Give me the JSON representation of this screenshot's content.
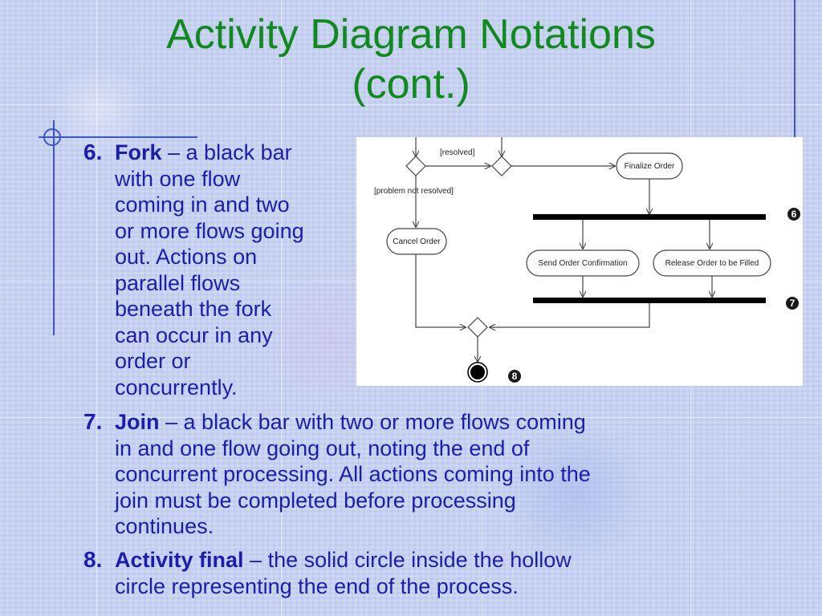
{
  "slide": {
    "title_line1": "Activity Diagram Notations",
    "title_line2": "(cont.)"
  },
  "items": [
    {
      "number": "6.",
      "term": "Fork",
      "lines": [
        " – a black bar",
        "with one flow",
        "coming in and two",
        "or more flows going",
        "out. Actions on",
        "parallel flows",
        "beneath the fork",
        "can occur in any",
        "order or",
        "concurrently."
      ]
    },
    {
      "number": "7.",
      "term": "Join",
      "lines": [
        " – a black bar with two or more flows coming",
        "in and one flow going out, noting the end of",
        "concurrent processing. All actions coming into the",
        "join must be completed before processing",
        "continues."
      ]
    },
    {
      "number": "8.",
      "term": "Activity final",
      "lines": [
        " – the solid circle inside the hollow",
        "circle representing the end of the process."
      ]
    }
  ],
  "diagram": {
    "guard_resolved": "[resolved]",
    "guard_not_resolved": "[problem not resolved]",
    "action_finalize": "Finalize Order",
    "action_cancel": "Cancel Order",
    "action_send": "Send Order Confirmation",
    "action_release": "Release Order to be Filled",
    "callout_fork": "6",
    "callout_join": "7",
    "callout_final": "8"
  }
}
